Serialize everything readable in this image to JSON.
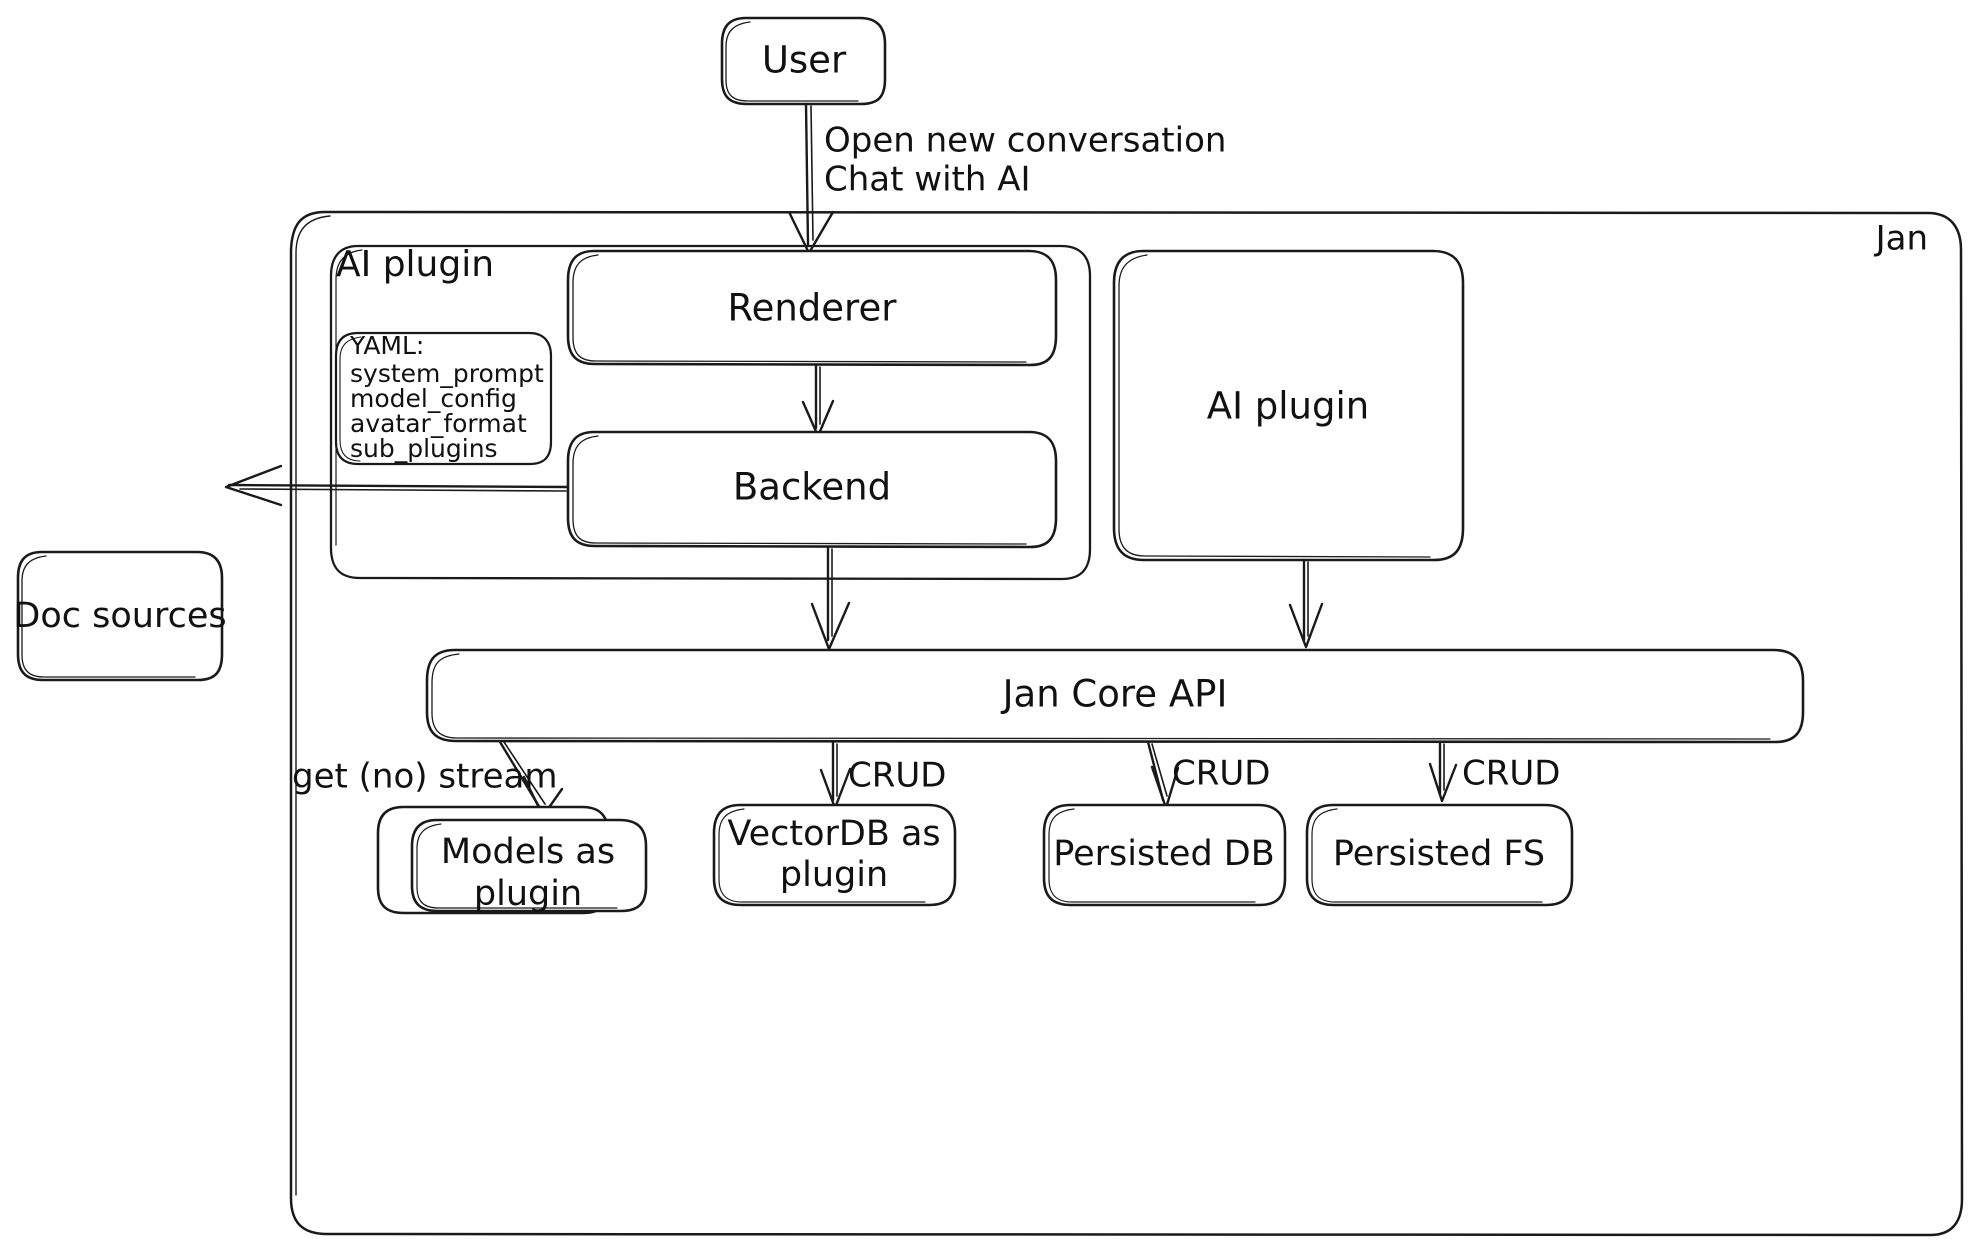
{
  "diagram": {
    "title": "Jan architecture diagram",
    "style": "hand-drawn sketch",
    "stroke_color": "#1a1a1a",
    "background_color": "#ffffff"
  },
  "nodes": {
    "user": {
      "label": "User"
    },
    "jan_container": {
      "label": "Jan"
    },
    "ai_plugin_group": {
      "label": "AI plugin"
    },
    "renderer": {
      "label": "Renderer"
    },
    "backend": {
      "label": "Backend"
    },
    "ai_plugin_box": {
      "label": "AI plugin"
    },
    "jan_core_api": {
      "label": "Jan Core API"
    },
    "doc_sources": {
      "label": "Doc sources"
    },
    "models_plugin": {
      "line1": "Models as",
      "line2": "plugin"
    },
    "vectordb_plugin": {
      "line1": "VectorDB as",
      "line2": "plugin"
    },
    "persisted_db": {
      "label": "Persisted DB"
    },
    "persisted_fs": {
      "label": "Persisted FS"
    }
  },
  "yaml_note": {
    "heading": "YAML:",
    "items": [
      "system_prompt",
      "model_config",
      "avatar_format",
      "sub_plugins"
    ]
  },
  "edges": {
    "user_to_renderer": {
      "line1": "Open new conversation",
      "line2": "Chat with AI"
    },
    "core_to_models": {
      "label": "get (no) stream"
    },
    "core_to_vectordb": {
      "label": "CRUD"
    },
    "core_to_persisted_db": {
      "label": "CRUD"
    },
    "core_to_persisted_fs": {
      "label": "CRUD"
    },
    "backend_to_doc_sources": {
      "label": ""
    },
    "renderer_to_backend": {
      "label": ""
    },
    "backend_to_core": {
      "label": ""
    },
    "ai_plugin_to_core": {
      "label": ""
    }
  }
}
